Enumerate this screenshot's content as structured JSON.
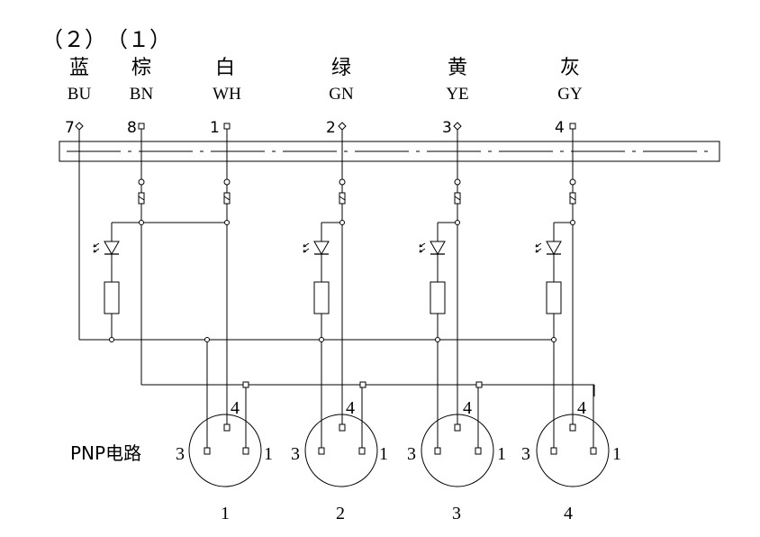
{
  "header": {
    "group_labels": [
      "（２）",
      "（１）"
    ]
  },
  "wires": [
    {
      "cn": "蓝",
      "code": "BU",
      "pin": "7"
    },
    {
      "cn": "棕",
      "code": "BN",
      "pin": "8"
    },
    {
      "cn": "白",
      "code": "WH",
      "pin": "1"
    },
    {
      "cn": "绿",
      "code": "GN",
      "pin": "2"
    },
    {
      "cn": "黄",
      "code": "YE",
      "pin": "3"
    },
    {
      "cn": "灰",
      "code": "GY",
      "pin": "4"
    }
  ],
  "circuit_label": "PNP电路",
  "connectors": [
    {
      "number": "1",
      "pin_left": "3",
      "pin_right": "1",
      "pin_top": "4"
    },
    {
      "number": "2",
      "pin_left": "3",
      "pin_right": "1",
      "pin_top": "4"
    },
    {
      "number": "3",
      "pin_left": "3",
      "pin_right": "1",
      "pin_top": "4"
    },
    {
      "number": "4",
      "pin_left": "3",
      "pin_right": "1",
      "pin_top": "4"
    }
  ],
  "colors": {
    "line": "#000000",
    "background": "#ffffff"
  }
}
